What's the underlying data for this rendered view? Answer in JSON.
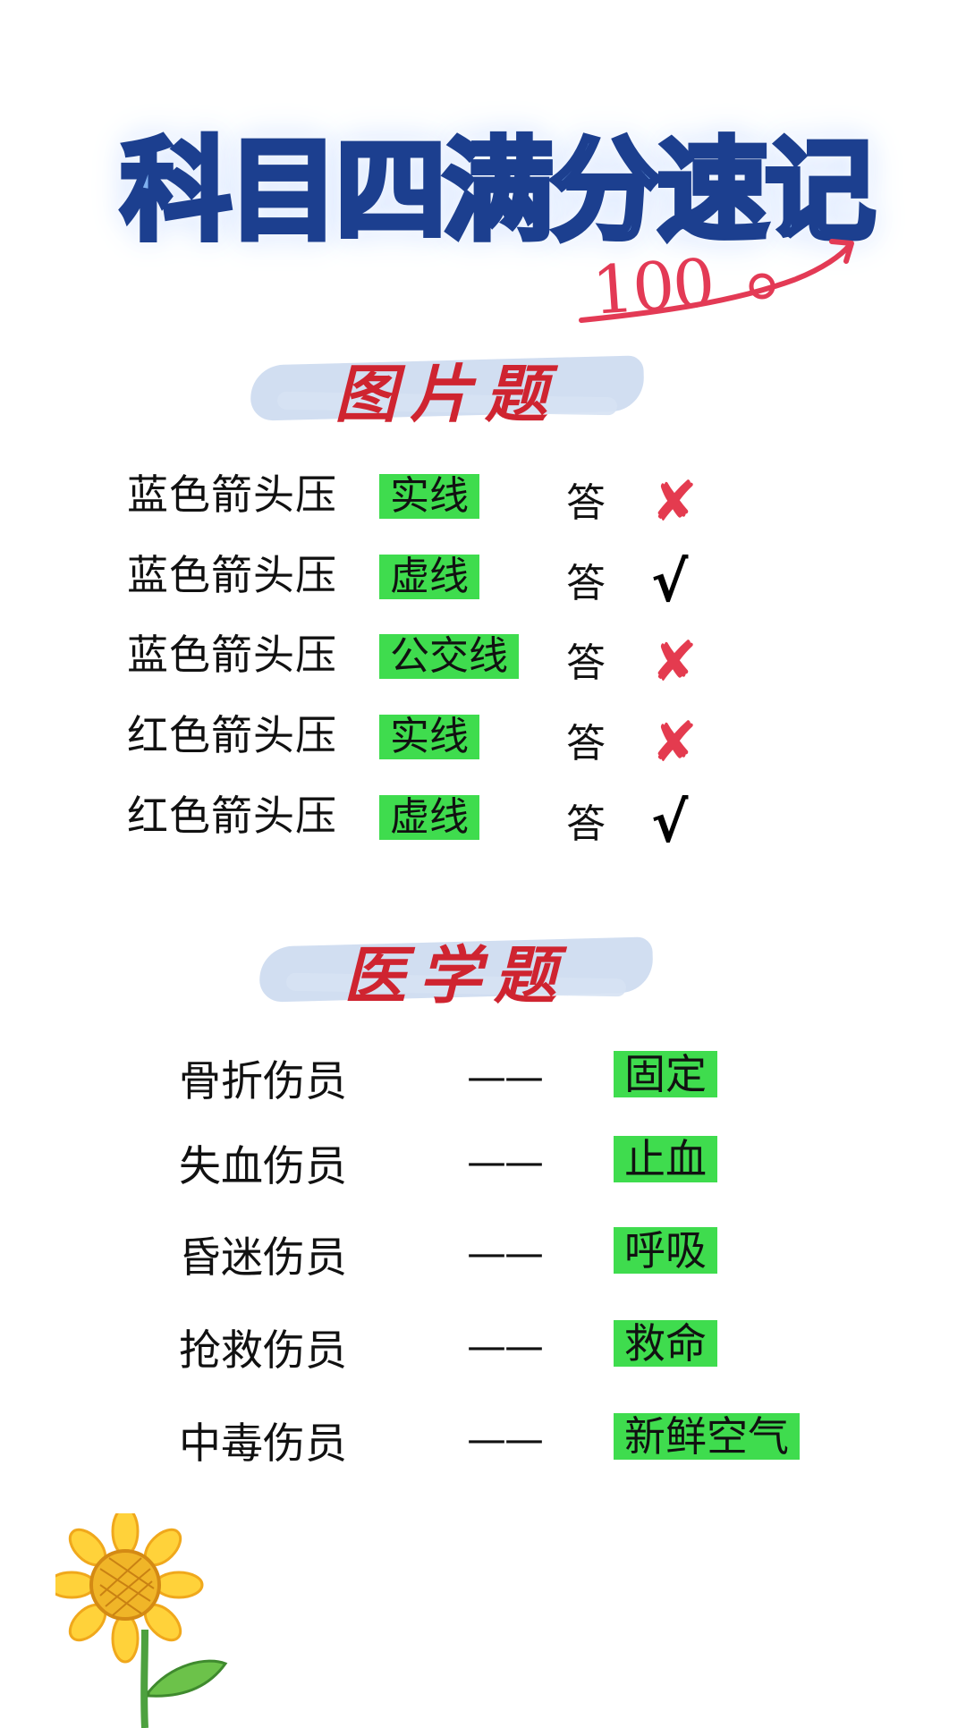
{
  "title": {
    "main": "科目四满分速记",
    "score": "100"
  },
  "picture_section": {
    "heading": "图片题",
    "rows": [
      {
        "subject": "蓝色箭头压",
        "line": "实线",
        "answer_label": "答",
        "result": "✘",
        "result_type": "cross"
      },
      {
        "subject": "蓝色箭头压",
        "line": "虚线",
        "answer_label": "答",
        "result": "√",
        "result_type": "check"
      },
      {
        "subject": "蓝色箭头压",
        "line": "公交线",
        "answer_label": "答",
        "result": "✘",
        "result_type": "cross"
      },
      {
        "subject": "红色箭头压",
        "line": "实线",
        "answer_label": "答",
        "result": "✘",
        "result_type": "cross"
      },
      {
        "subject": "红色箭头压",
        "line": "虚线",
        "answer_label": "答",
        "result": "√",
        "result_type": "check"
      }
    ]
  },
  "medical_section": {
    "heading": "医学题",
    "rows": [
      {
        "case": "骨折伤员",
        "dash": "——",
        "action": "固定"
      },
      {
        "case": "失血伤员",
        "dash": "——",
        "action": "止血"
      },
      {
        "case": "昏迷伤员",
        "dash": "——",
        "action": "呼吸"
      },
      {
        "case": "抢救伤员",
        "dash": "——",
        "action": "救命"
      },
      {
        "case": "中毒伤员",
        "dash": "——",
        "action": "新鲜空气"
      }
    ]
  },
  "colors": {
    "highlight": "#3fdc4e",
    "heading_red": "#cf2430",
    "cross_red": "#e43b4f",
    "title_blue": "#7fb0ef"
  },
  "icons": {
    "cross": "cross-mark-icon",
    "check": "check-mark-icon",
    "decoration": "sunflower-icon"
  }
}
